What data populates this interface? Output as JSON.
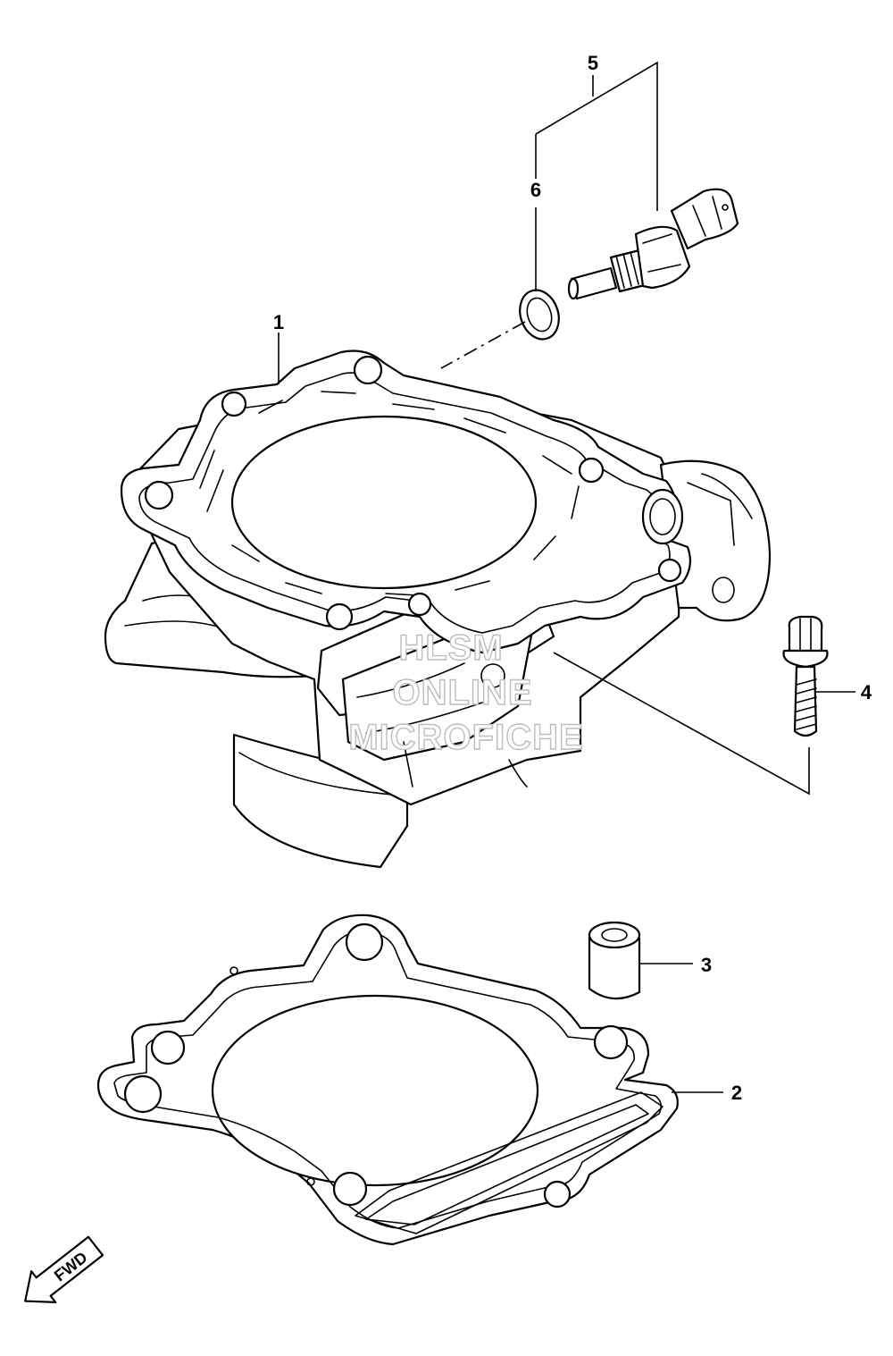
{
  "callouts": {
    "c1": "1",
    "c2": "2",
    "c3": "3",
    "c4": "4",
    "c5": "5",
    "c6": "6"
  },
  "direction_badge": "FWD",
  "watermark": {
    "line1": "HLSM",
    "line2": "ONLINE",
    "line3": "MICROFICHE"
  },
  "icons": {
    "direction": "fwd-arrow-icon"
  }
}
